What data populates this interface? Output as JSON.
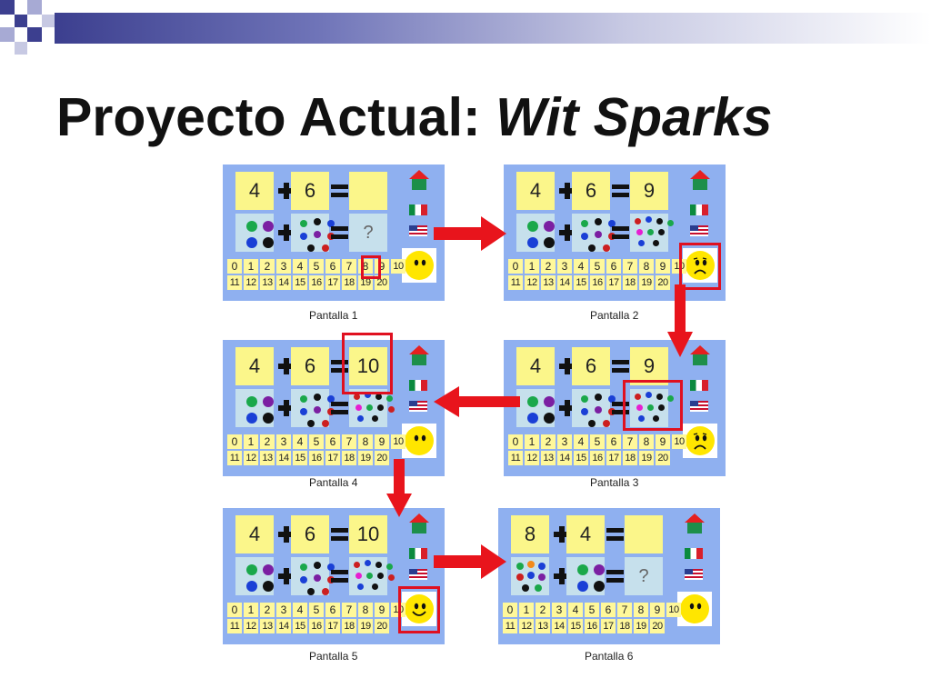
{
  "title": {
    "main": "Proyecto Actual:",
    "italic": "Wit Sparks"
  },
  "colors": {
    "panel_bg": "#8fb0f0",
    "number_box": "#fbf68a",
    "light_box": "#c6e0ec",
    "highlight": "#e01020",
    "face": "#ffe600"
  },
  "icons": [
    "house-icon",
    "mexico-flag-icon",
    "usa-flag-icon",
    "face-icon",
    "plus-icon",
    "equals-icon",
    "arrow-icon"
  ],
  "numbers_row1": [
    "0",
    "1",
    "2",
    "3",
    "4",
    "5",
    "6",
    "7",
    "8",
    "9",
    "10"
  ],
  "numbers_row2": [
    "11",
    "12",
    "13",
    "14",
    "15",
    "16",
    "17",
    "18",
    "19",
    "20"
  ],
  "screens": [
    {
      "caption": "Pantalla 1",
      "a": "4",
      "b": "6",
      "result": "",
      "answer_box": "?"
    },
    {
      "caption": "Pantalla 2",
      "a": "4",
      "b": "6",
      "result": "9"
    },
    {
      "caption": "Pantalla 3",
      "a": "4",
      "b": "6",
      "result": "9"
    },
    {
      "caption": "Pantalla 4",
      "a": "4",
      "b": "6",
      "result": "10"
    },
    {
      "caption": "Pantalla 5",
      "a": "4",
      "b": "6",
      "result": "10"
    },
    {
      "caption": "Pantalla 6",
      "a": "8",
      "b": "4",
      "result": "",
      "answer_box": "?"
    }
  ]
}
